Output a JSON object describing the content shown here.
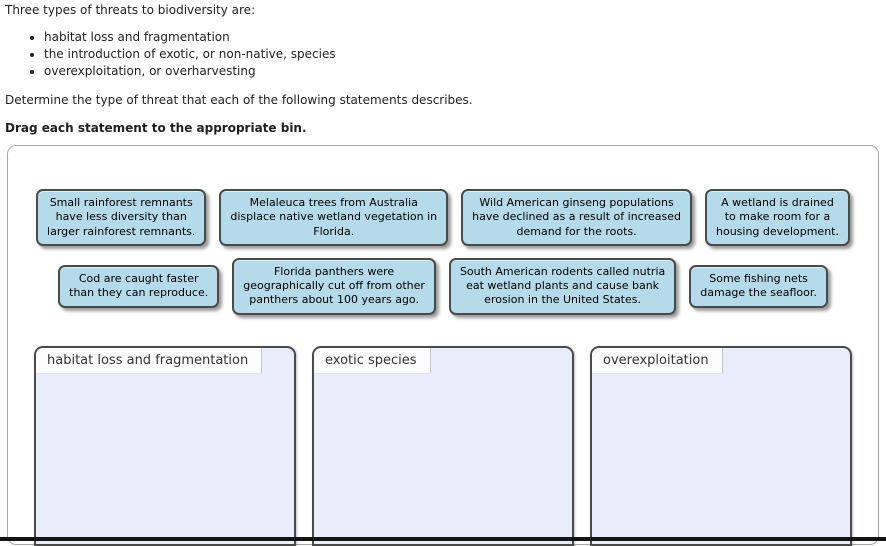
{
  "intro": {
    "lead": "Three types of threats to biodiversity are:",
    "bullets": [
      "habitat loss and fragmentation",
      "the introduction of exotic, or non-native, species",
      "overexploitation, or overharvesting"
    ],
    "determine": "Determine the type of threat that each of the following statements describes.",
    "drag_instruction": "Drag each statement to the appropriate bin."
  },
  "cards": {
    "row1": [
      "Small rainforest remnants\nhave less diversity than\nlarger rainforest remnants.",
      "Melaleuca trees from Australia\ndisplace native wetland vegetation in\nFlorida.",
      "Wild American ginseng populations\nhave declined as a result of increased\ndemand for the roots.",
      "A wetland is drained\nto make room for a\nhousing development."
    ],
    "row2": [
      "Cod are caught faster\nthan they can reproduce.",
      "Florida panthers were\ngeographically cut off from other\npanthers about 100 years ago.",
      "South American rodents called nutria\neat wetland plants and cause bank\nerosion in the United States.",
      "Some fishing nets\ndamage the seafloor."
    ]
  },
  "bins": [
    {
      "label": "habitat loss and fragmentation"
    },
    {
      "label": "exotic species"
    },
    {
      "label": "overexploitation"
    }
  ],
  "colors": {
    "card_background": "#b5daea",
    "card_border": "#4a4a4a",
    "bin_background": "#e9edfb",
    "bin_border": "#4a4a4a",
    "bin_tab_background": "#fcfcfc",
    "board_border": "#a9a9a9"
  }
}
